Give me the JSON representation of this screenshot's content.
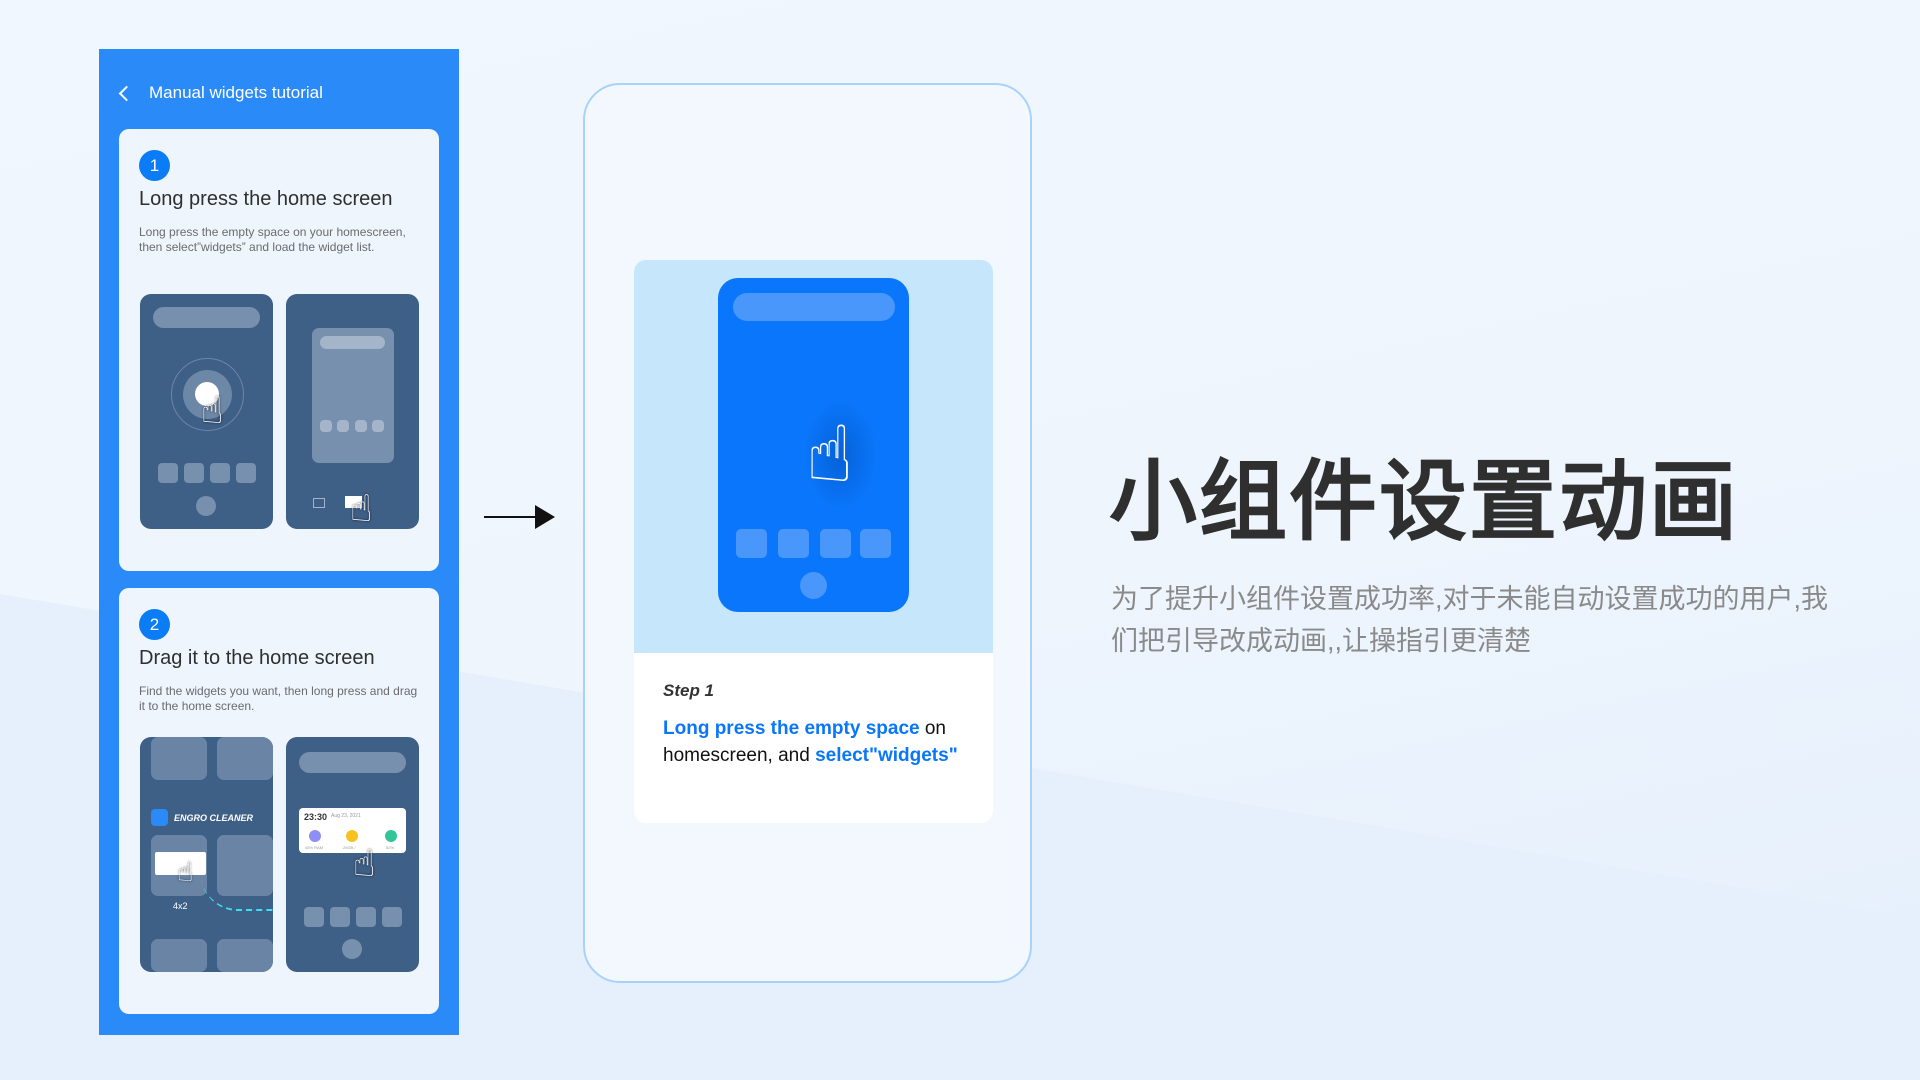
{
  "tutorial": {
    "title": "Manual widgets tutorial",
    "steps": [
      {
        "number": "1",
        "heading": "Long press the home screen",
        "description": "Long press the empty space on your homescreen, then select”widgets” and load the widget list."
      },
      {
        "number": "2",
        "heading": "Drag it to the home screen",
        "description": "Find the widgets you want, then long press and drag it to the home screen."
      }
    ],
    "widget": {
      "app_name": "ENGRO CLEANER",
      "size": "4x2",
      "time": "23:30",
      "date": "Aug 23, 2021",
      "stats": [
        "45% RAM",
        "25GB /",
        "52%"
      ]
    }
  },
  "preview": {
    "step_label": "Step 1",
    "highlight1": "Long press the empty space",
    "text1": " on homescreen, and ",
    "highlight2": "select\"widgets\""
  },
  "headline": {
    "title": "小组件设置动画",
    "subtitle": "为了提升小组件设置成功率,对于未能自动设置成功的用户,我们把引导改成动画,,让操指引更清楚"
  },
  "colors": {
    "primary": "#0a76fb",
    "panel": "#2a8af8",
    "phone_bg": "#3e5f86"
  }
}
